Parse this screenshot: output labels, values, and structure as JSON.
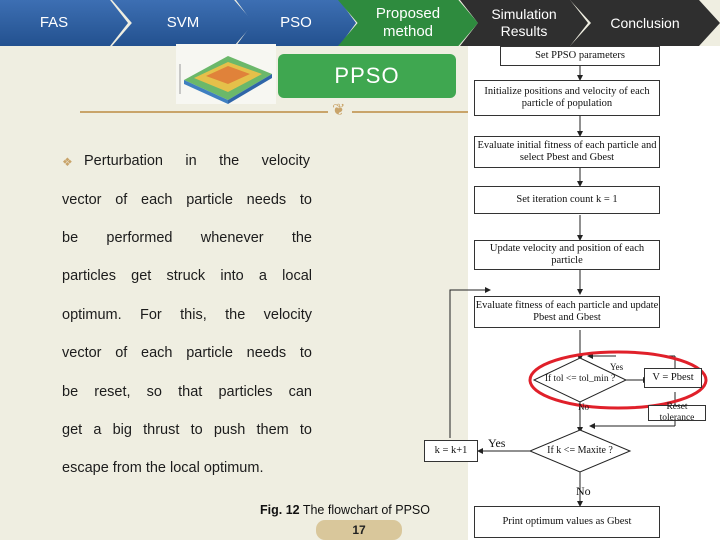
{
  "nav": {
    "items": [
      {
        "label": "FAS"
      },
      {
        "label": "SVM"
      },
      {
        "label": "PSO"
      },
      {
        "label": "Proposed method"
      },
      {
        "label": "Simulation Results"
      },
      {
        "label": "Conclusion"
      }
    ]
  },
  "section_tab": "PPSO",
  "body": {
    "lines": [
      "Perturbation in the velocity",
      "vector of each particle needs to",
      "be performed whenever the",
      "particles get struck into a local",
      "optimum. For this, the velocity",
      "vector of each particle needs to",
      "be reset, so that particles can",
      "get a big thrust to push them to",
      "escape from the local optimum."
    ]
  },
  "figure": {
    "caption_prefix": "Fig. 12",
    "caption_text": " The flowchart of PPSO"
  },
  "page_number": "17",
  "flowchart": {
    "steps": [
      "Set PPSO parameters",
      "Initialize positions and velocity of each particle of population",
      "Evaluate initial fitness of each particle and select Pbest and Gbest",
      "Set iteration count k = 1",
      "Update velocity and position of each particle",
      "Evaluate fitness of each particle and update Pbest and Gbest",
      "V = Pbest",
      "Reset tolerance",
      "k = k+1",
      "Print optimum values as Gbest"
    ],
    "decisions": [
      "If tol <= tol_min ?",
      "If k <= Maxite ?"
    ],
    "labels": {
      "yes1": "Yes",
      "no1": "No",
      "yes2": "Yes",
      "no2": "No"
    },
    "highlight_color": "#e0202a"
  },
  "colors": {
    "nav_blue": "#2f62a8",
    "nav_dark": "#2f2f2f",
    "nav_green": "#2e8b3e",
    "accent": "#3fa750"
  }
}
